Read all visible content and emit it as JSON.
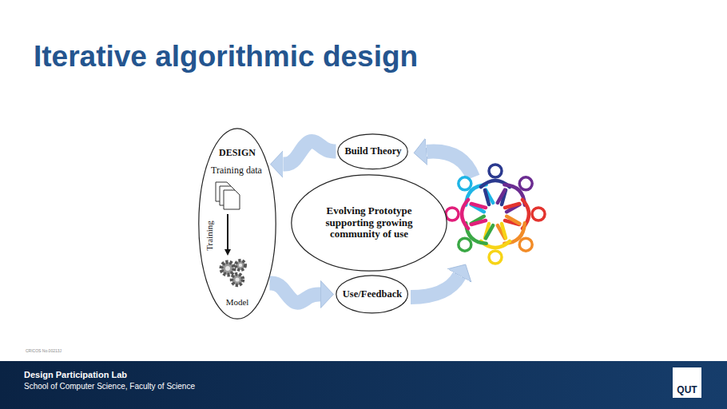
{
  "diagram": {
    "title": "Iterative algorithmic design",
    "nodes": [
      {
        "text": [
          "DESIGN",
          "Training data",
          "Training",
          "Model"
        ]
      },
      {
        "text": [
          "Build Theory"
        ]
      },
      {
        "text": [
          "Evolving Prototype supporting growing community of use"
        ]
      },
      {
        "text": [
          "Use/Feedback"
        ]
      }
    ],
    "edges": [
      {
        "from": 1,
        "to": 0,
        "arrow": "to"
      },
      {
        "from": 0,
        "to": 3,
        "arrow": "to"
      }
    ],
    "labels": [
      "CRICOS No.00213J",
      "Design Participation Lab",
      "School of Computer Science, Faculty of Science",
      "QUT"
    ]
  }
}
